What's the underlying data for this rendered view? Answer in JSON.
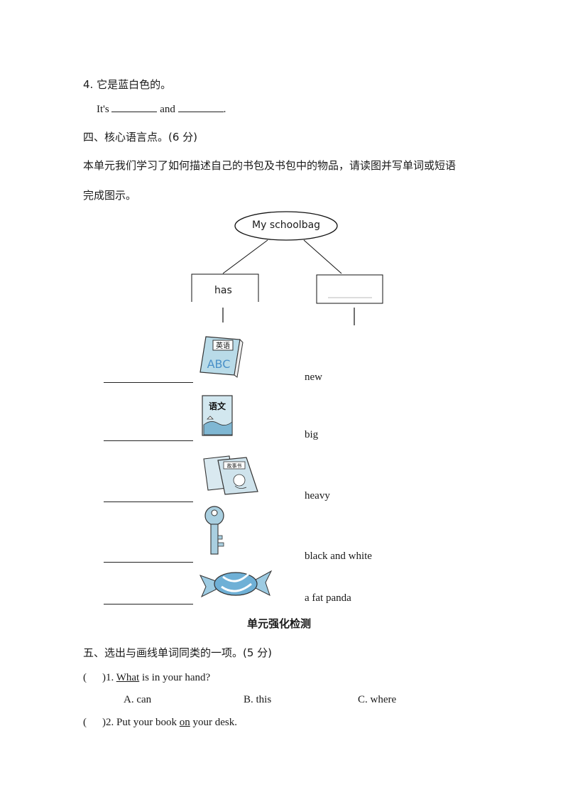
{
  "q4": {
    "label": "4. 它是蓝白色的。",
    "answer_prefix": "It's",
    "answer_and": "and"
  },
  "section4": {
    "title": "四、核心语言点。(6 分)",
    "instruction_line1": "本单元我们学习了如何描述自己的书包及书包中的物品，请读图并写单词或短语",
    "instruction_line2": "完成图示。"
  },
  "diagram": {
    "root": "My schoolbag",
    "left_box": "has",
    "right_box": "",
    "items": [
      {
        "icon": "english-book-icon",
        "book_label": "英语",
        "book_sub": "ABC",
        "description": "new"
      },
      {
        "icon": "chinese-book-icon",
        "book_label": "语文",
        "description": "big"
      },
      {
        "icon": "storybooks-icon",
        "book_label": "故事书",
        "description": "heavy"
      },
      {
        "icon": "key-icon",
        "description": "black and white"
      },
      {
        "icon": "candy-icon",
        "description": "a fat panda"
      }
    ]
  },
  "unit_test": {
    "title": "单元强化检测"
  },
  "section5": {
    "title": "五、选出与画线单词同类的一项。(5 分)",
    "questions": [
      {
        "paren": "(",
        "paren_close": ")",
        "number": "1.",
        "underlined": "What",
        "rest": "is in your hand?",
        "options": [
          "A. can",
          "B. this",
          "C. where"
        ]
      },
      {
        "paren": "(",
        "paren_close": ")",
        "number": "2.",
        "before": "Put your book",
        "underlined": "on",
        "rest": "your desk."
      }
    ]
  }
}
